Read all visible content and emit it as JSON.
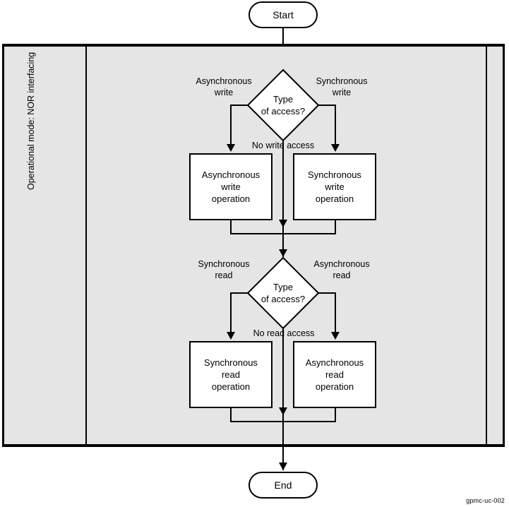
{
  "diagram": {
    "title": "GPMC NOR interfacing access flow",
    "watermark": "gpmc-uc-002",
    "band_label": "Operational mode: NOR interfacing",
    "colors": {
      "band_fill": "#e5e5e5",
      "node_fill": "#ffffff",
      "stroke": "#000000",
      "page": "#ffffff"
    },
    "nodes": {
      "start": "Start",
      "end": "End",
      "decision_write": "Type\nof access?",
      "decision_read": "Type\nof access?",
      "async_write_op": "Asynchronous\nwrite\noperation",
      "sync_write_op": "Synchronous\nwrite\noperation",
      "sync_read_op": "Synchronous\nread\noperation",
      "async_read_op": "Asynchronous\nread\noperation"
    },
    "edge_labels": {
      "write_left": "Asynchronous\nwrite",
      "write_right": "Synchronous\nwrite",
      "write_center": "No write access",
      "read_left": "Synchronous\nread",
      "read_right": "Asynchronous\nread",
      "read_center": "No read access"
    }
  }
}
